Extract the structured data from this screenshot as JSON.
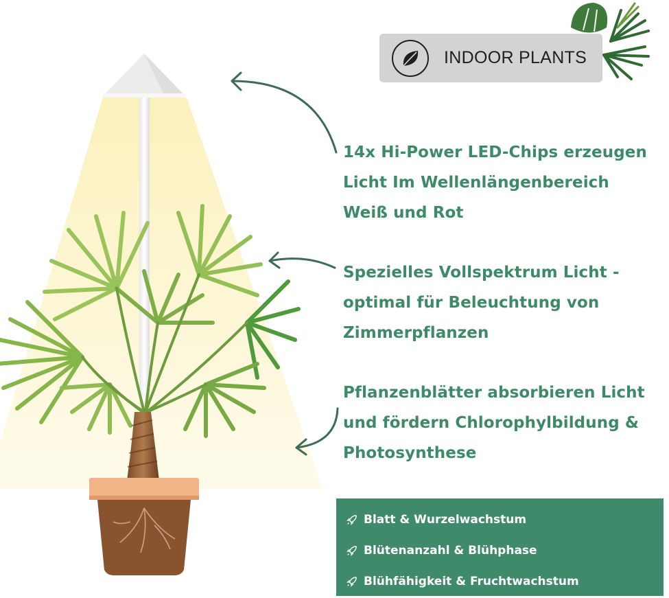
{
  "badge": {
    "label": "INDOOR PLANTS",
    "icon": "leaf-icon"
  },
  "features": [
    {
      "lines": [
        "14x Hi-Power LED-Chips erzeugen",
        "Licht Im Wellenlängenbereich",
        "Weiß und Rot"
      ]
    },
    {
      "lines": [
        "Spezielles Vollspektrum Licht -",
        "optimal für Beleuchtung von",
        "Zimmerpflanzen"
      ]
    },
    {
      "lines": [
        "Pflanzenblätter absorbieren Licht",
        "und fördern Chlorophylbildung &",
        "Photosynthese"
      ]
    }
  ],
  "benefits": [
    {
      "label": "Blatt & Wurzelwachstum",
      "icon": "rocket-icon"
    },
    {
      "label": "Blütenanzahl & Blühphase",
      "icon": "rocket-icon"
    },
    {
      "label": "Blühfähigkeit & Fruchtwachstum",
      "icon": "rocket-icon"
    }
  ],
  "colors": {
    "accent_green": "#3d8a69",
    "benefit_box": "#3f8a6a",
    "badge_bg": "#d3d3d3",
    "light_beam": "#fbf3c8",
    "pot": "#e9a87a"
  }
}
